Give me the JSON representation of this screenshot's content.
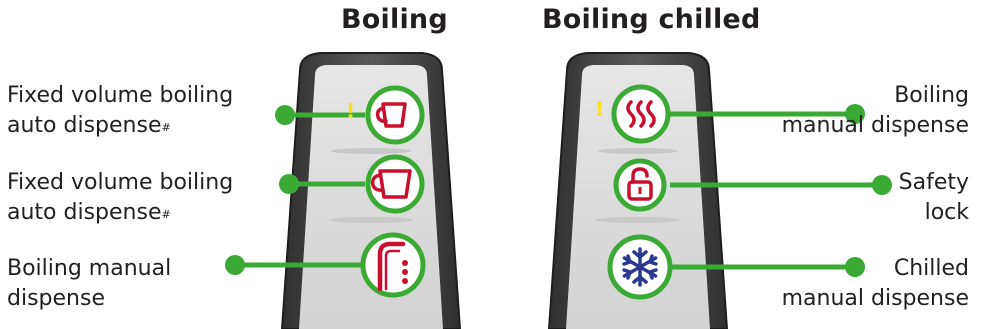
{
  "titles": {
    "boiling": "Boiling",
    "boiling_chilled": "Boiling chilled"
  },
  "left_panel": {
    "labels": [
      {
        "line1": "Fixed volume boiling",
        "line2": "auto dispense",
        "mark": "#"
      },
      {
        "line1": "Fixed volume boiling",
        "line2": "auto dispense",
        "mark": "#"
      },
      {
        "line1": "Boiling manual",
        "line2": "dispense"
      }
    ],
    "buttons": [
      {
        "icon": "small-cup-icon",
        "indicator": "!"
      },
      {
        "icon": "large-cup-icon"
      },
      {
        "icon": "tap-dispense-icon"
      }
    ]
  },
  "right_panel": {
    "labels": [
      {
        "line1": "Boiling",
        "line2": "manual dispense"
      },
      {
        "line1": "Safety",
        "line2": "lock"
      },
      {
        "line1": "Chilled",
        "line2": "manual dispense"
      }
    ],
    "buttons": [
      {
        "icon": "steam-heat-icon",
        "indicator": "!"
      },
      {
        "icon": "padlock-icon"
      },
      {
        "icon": "snowflake-icon"
      }
    ]
  },
  "colors": {
    "green": "#3aaa35",
    "red": "#c8102e",
    "blue": "#2b3990",
    "indicator_yellow": "#f7e11c",
    "bezel_dark": "#4a4a4a",
    "panel_light": "#dcdcdc"
  }
}
